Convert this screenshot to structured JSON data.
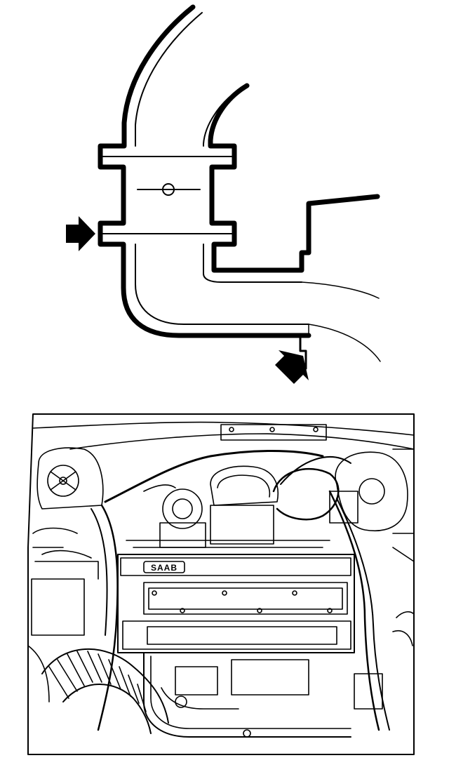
{
  "figure": {
    "ink_color": "#000000",
    "paper_color": "#ffffff",
    "panels": [
      {
        "name": "hose-coupling-detail",
        "arrows": [
          {
            "name": "hose-clamp-arrow",
            "direction": "right"
          },
          {
            "name": "hose-outlet-arrow",
            "direction": "down-right"
          }
        ]
      },
      {
        "name": "engine-bay-overview",
        "badge_text": "SAAB"
      }
    ]
  }
}
